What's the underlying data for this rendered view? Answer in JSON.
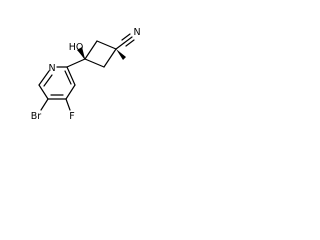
{
  "molecule": {
    "atom_labels": {
      "nitrogen_ring": "N",
      "bromine": "Br",
      "fluorine": "F",
      "hydroxyl": "HO",
      "nitrile_nitrogen": "N"
    },
    "colors": {
      "bond": "#000000",
      "label": "#000000"
    }
  }
}
